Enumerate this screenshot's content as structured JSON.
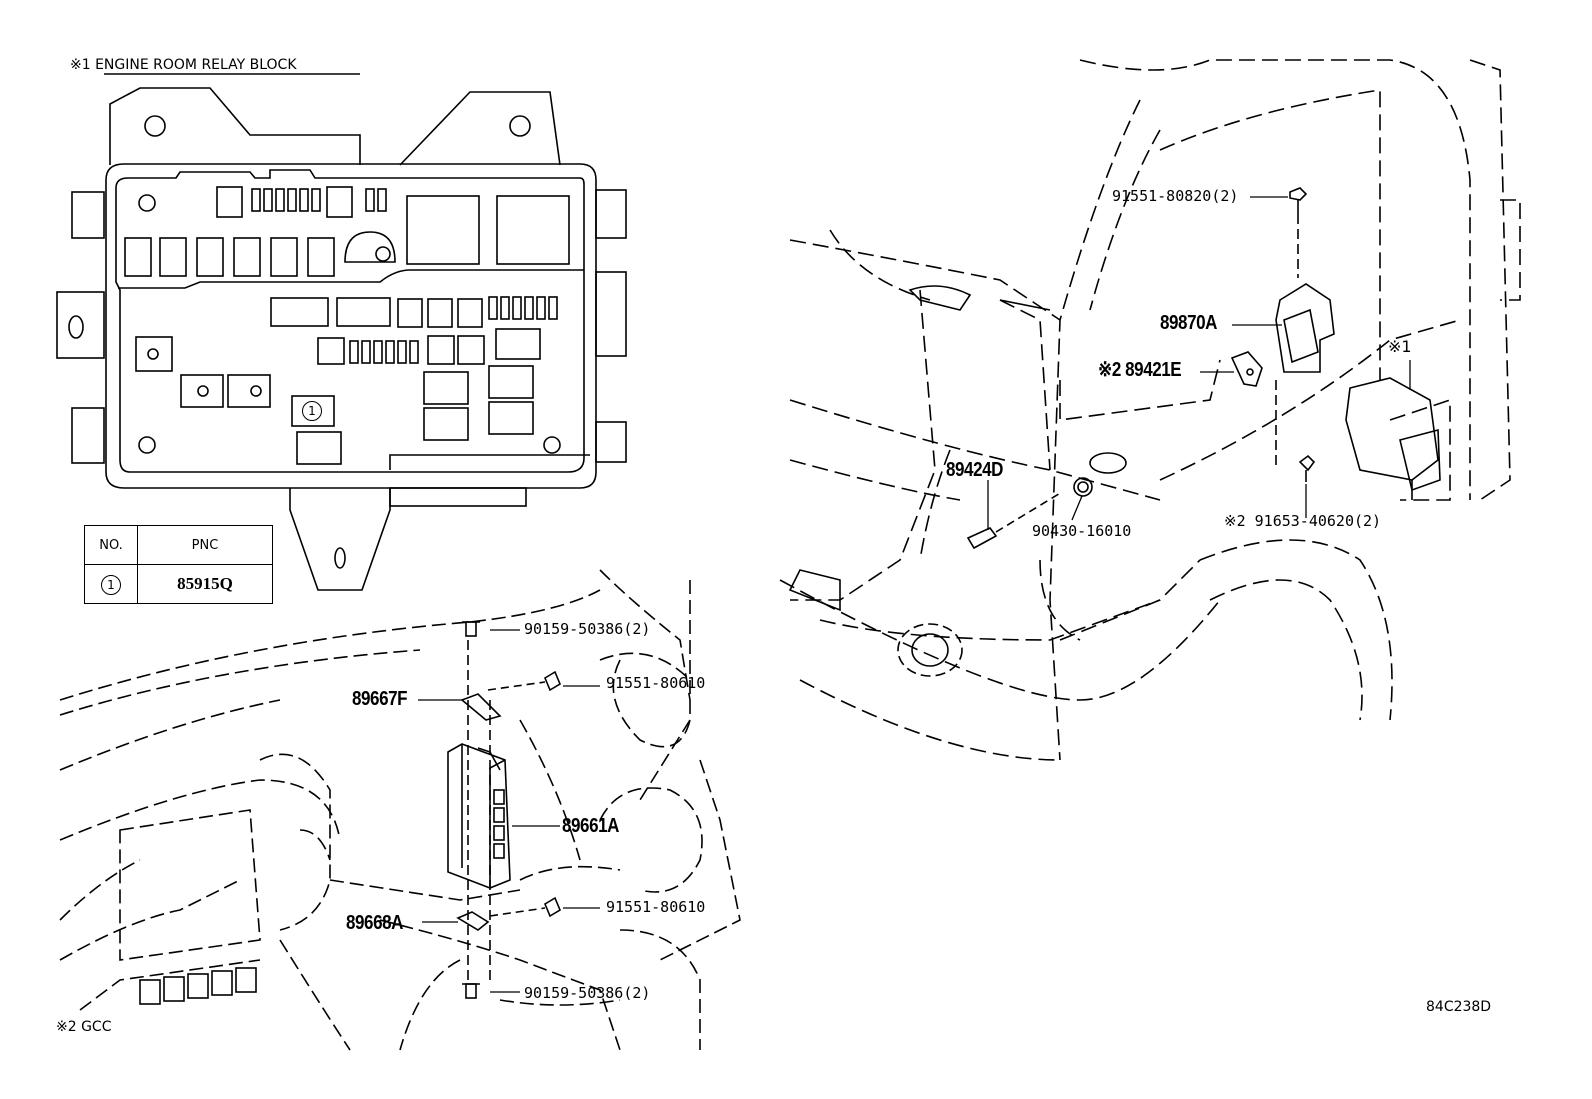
{
  "relay_block": {
    "title": "※1 ENGINE ROOM RELAY BLOCK",
    "table": {
      "headers": [
        "NO.",
        "PNC"
      ],
      "rows": [
        {
          "no": "1",
          "pnc": "85915Q"
        }
      ]
    },
    "callout": "1"
  },
  "parts": {
    "p89870A": "89870A",
    "p89421E": "※2 89421E",
    "p89424D": "89424D",
    "p91551_80820": "91551-80820(2)",
    "p90430_16010": "90430-16010",
    "p91653_40620": "※2 91653-40620(2)",
    "ref_1": "※1",
    "p90159_top": "90159-50386(2)",
    "p91551_80610_top": "91551-80610",
    "p89667F": "89667F",
    "p89661A": "89661A",
    "p91551_80610_bot": "91551-80610",
    "p89668A": "89668A",
    "p90159_bot": "90159-50386(2)"
  },
  "footnotes": {
    "gcc": "※2 GCC",
    "diagram_code": "84C238D"
  }
}
